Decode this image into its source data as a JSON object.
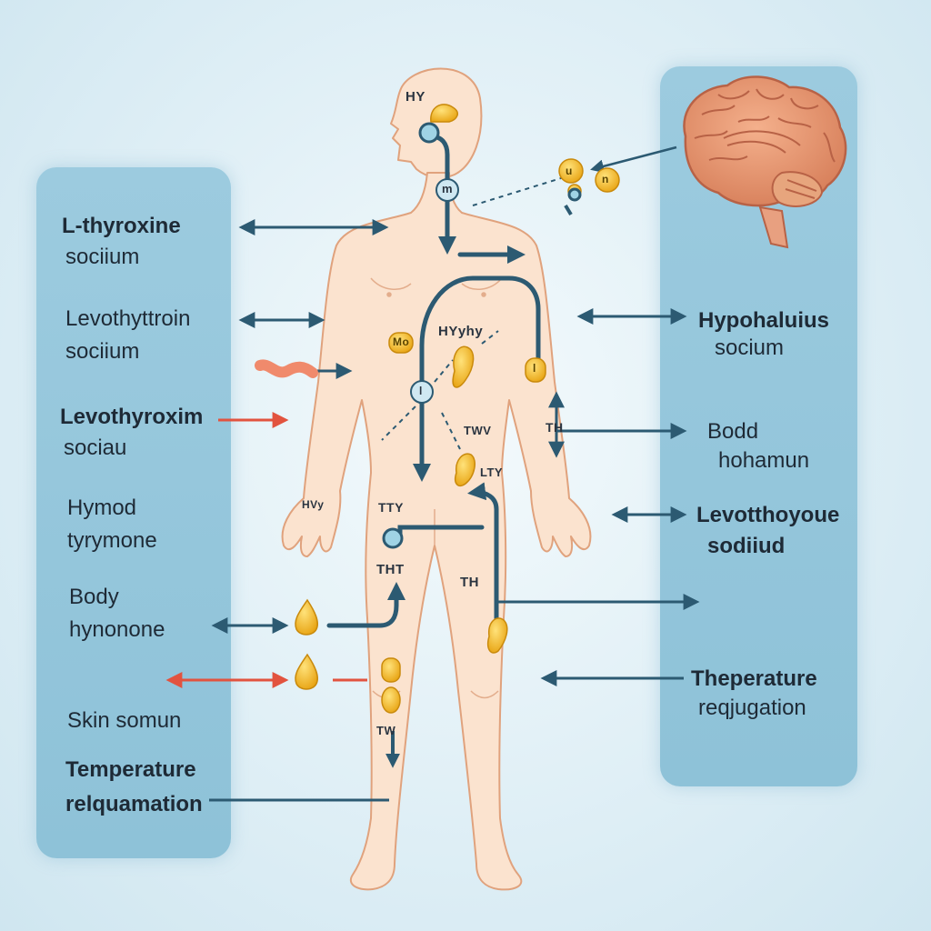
{
  "colors": {
    "panel": "#95c7dc",
    "skin": "#fbe3cf",
    "skin_outline": "#e0a27d",
    "arrow_dark": "#2c5a72",
    "arrow_red": "#e2533f",
    "gland": "#f0b323",
    "brain": "#e39470"
  },
  "left_labels": [
    {
      "line1": "L-thyroxine",
      "line2": "sociium"
    },
    {
      "line1": "Levothyttroin",
      "line2": "sociium"
    },
    {
      "line1": "Levothyroxim",
      "line2": "sociau"
    },
    {
      "line1": "Hymod",
      "line2": "tyrymone"
    },
    {
      "line1": "Body",
      "line2": "hynonone"
    },
    {
      "line1": "Skin somun",
      "line2": ""
    },
    {
      "line1": "Temperature",
      "line2": "relquamation"
    }
  ],
  "right_labels": [
    {
      "line1": "Hypohaluius",
      "line2": "socium"
    },
    {
      "line1": "Bodd",
      "line2": "hohamun"
    },
    {
      "line1": "Levotthoyoue",
      "line2": "sodiiud"
    },
    {
      "line1": "Theperature",
      "line2": "reqjugation"
    }
  ],
  "body_labels": {
    "head": "HY",
    "neck_badge": "m",
    "chest": "HYyhy",
    "gland_a": "Mo",
    "arm_tag": "TH",
    "torso_a": "TWV",
    "torso_b": "LTY",
    "hand": "HVy",
    "groin": "TTY",
    "thigh_left": "THT",
    "thigh_right": "TH",
    "knee": "TW",
    "badge_one": "l",
    "badge_right": "l",
    "badge_neck_a": "u",
    "badge_neck_b": "n"
  }
}
